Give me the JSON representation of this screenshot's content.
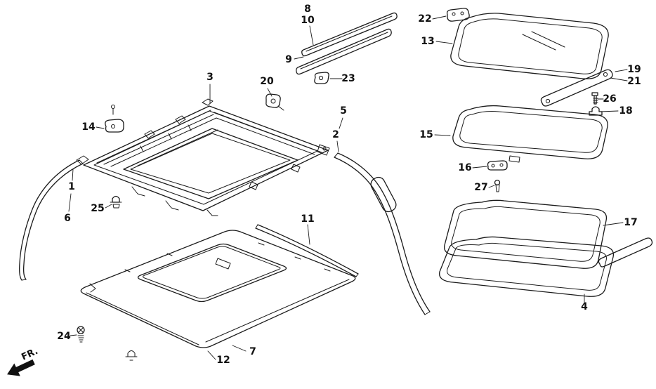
{
  "diagram": {
    "fr_label": "FR.",
    "background_color": "#ffffff",
    "line_color": "#1b1b1b",
    "callout_color": "#111111"
  },
  "callouts": [
    "1",
    "2",
    "3",
    "4",
    "5",
    "6",
    "7",
    "8",
    "9",
    "10",
    "11",
    "12",
    "13",
    "14",
    "15",
    "16",
    "17",
    "18",
    "19",
    "20",
    "21",
    "22",
    "23",
    "24",
    "25",
    "26",
    "27"
  ]
}
